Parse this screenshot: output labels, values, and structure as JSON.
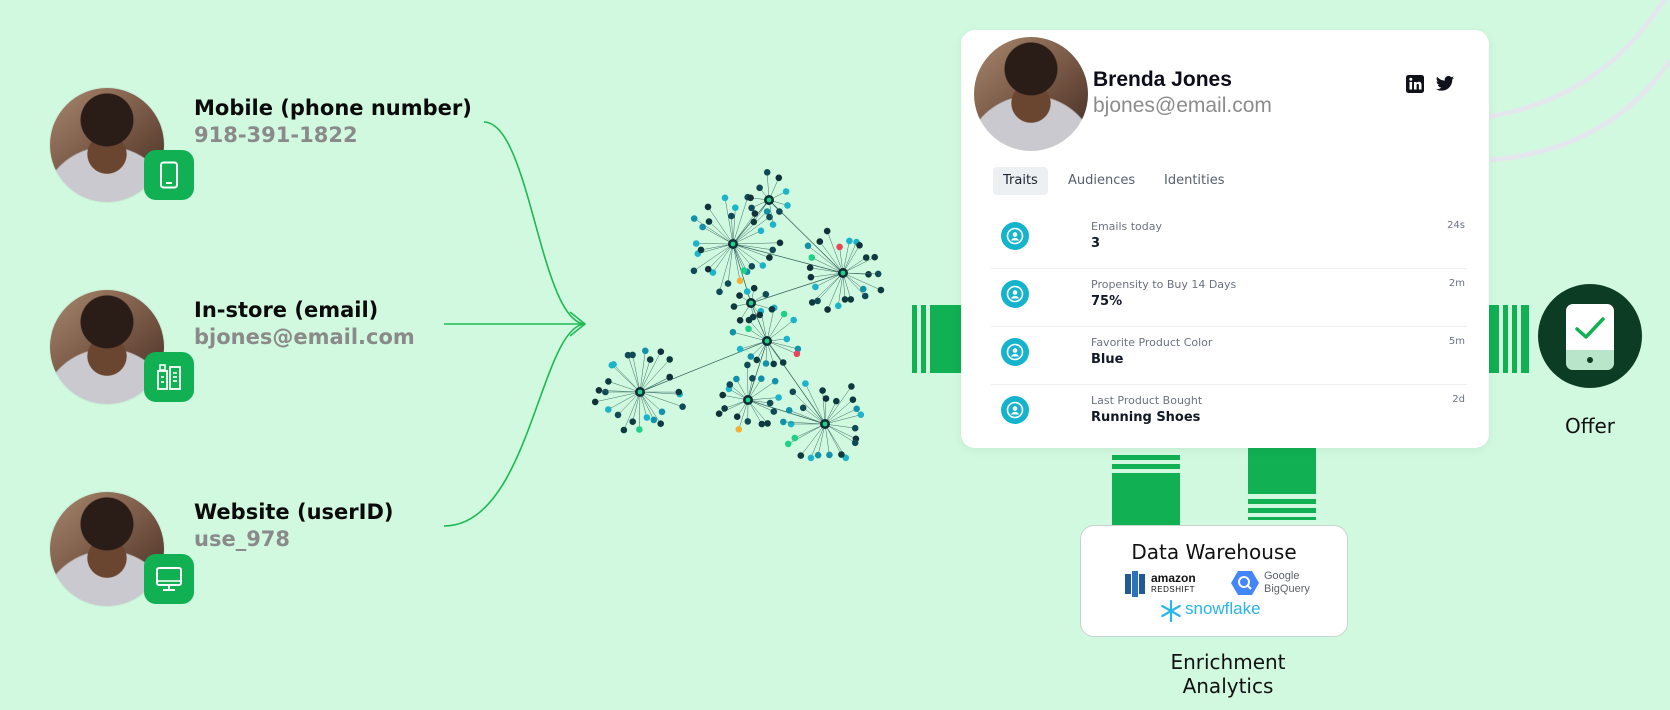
{
  "sources": [
    {
      "title": "Mobile (phone number)",
      "value": "918-391-1822",
      "badge_icon": "phone-icon"
    },
    {
      "title": "In-store (email)",
      "value": "bjones@email.com",
      "badge_icon": "store-register-icon"
    },
    {
      "title": "Website (userID)",
      "value": "use_978",
      "badge_icon": "monitor-icon"
    }
  ],
  "profile": {
    "name": "Brenda Jones",
    "email": "bjones@email.com",
    "social_icons": [
      "linkedin-icon",
      "twitter-icon"
    ],
    "tabs": [
      "Traits",
      "Audiences",
      "Identities"
    ],
    "active_tab": "Traits",
    "traits": [
      {
        "label": "Emails today",
        "value": "3",
        "time": "24s"
      },
      {
        "label": "Propensity to Buy 14 Days",
        "value": "75%",
        "time": "2m"
      },
      {
        "label": "Favorite Product Color",
        "value": "Blue",
        "time": "5m"
      },
      {
        "label": "Last Product Bought",
        "value": "Running Shoes",
        "time": "2d"
      }
    ]
  },
  "warehouse": {
    "title": "Data Warehouse",
    "logos": {
      "redshift_top": "amazon",
      "redshift_bottom": "REDSHIFT",
      "bigquery_top": "Google",
      "bigquery_bottom": "BigQuery",
      "snowflake": "snowflake"
    }
  },
  "captions": {
    "enrichment_line1": "Enrichment",
    "enrichment_line2": "Analytics",
    "offer": "Offer"
  },
  "colors": {
    "background": "#d1f9df",
    "brand_green": "#10b053",
    "dark_green": "#0c3d24",
    "teal": "#16b4cc"
  }
}
